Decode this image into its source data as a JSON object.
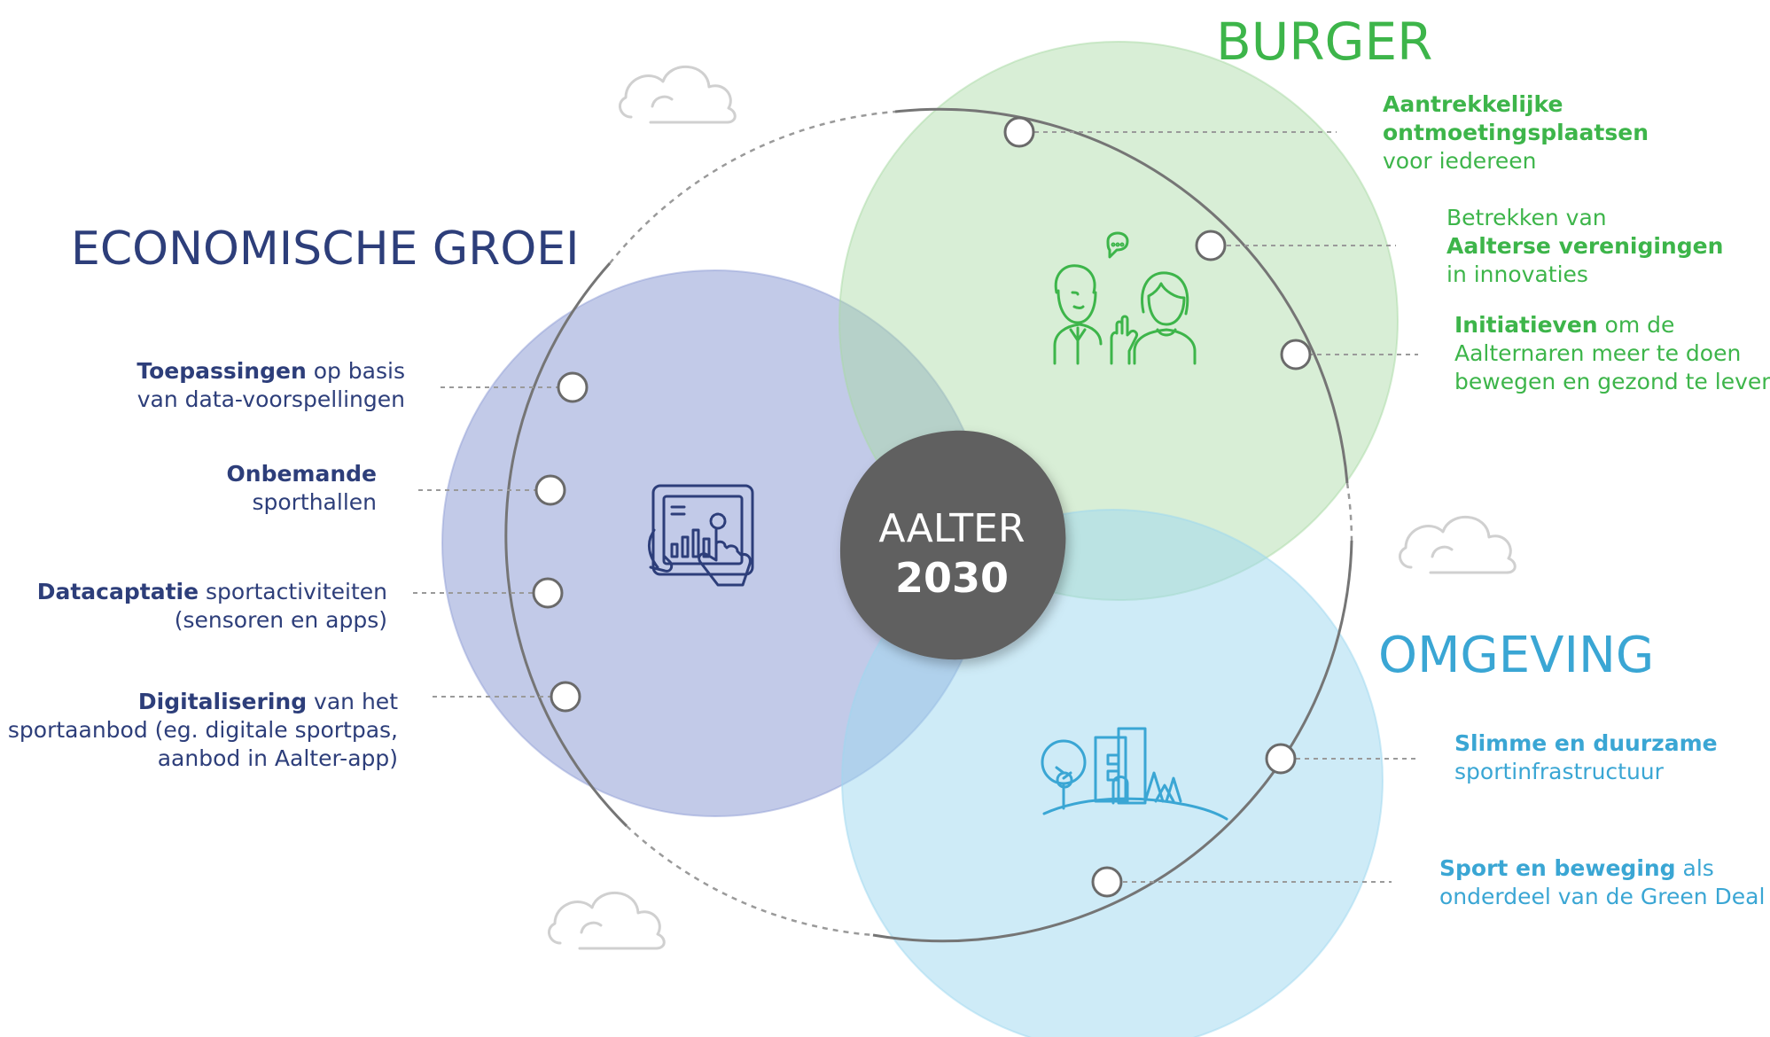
{
  "center": {
    "line1": "AALTER",
    "line2": "2030"
  },
  "groups": {
    "economie": {
      "title": "ECONOMISCHE GROEI",
      "color": "#2d3e7a",
      "circle_color": "#8f9ed6",
      "icon": "tablet-chart-icon",
      "items": [
        {
          "bold": "Toepassingen",
          "text": " op basis",
          "line2": "van data-voorspellingen"
        },
        {
          "bold": "Onbemande",
          "text": "",
          "line2": "sporthallen"
        },
        {
          "bold": "Datacaptatie",
          "text": " sportactiviteiten",
          "line2": "(sensoren en apps)"
        },
        {
          "bold": "Digitalisering",
          "text": " van het",
          "line2": "sportaanbod (eg. digitale sportpas,",
          "line3": "aanbod in Aalter-app)"
        }
      ]
    },
    "burger": {
      "title": "BURGER",
      "color": "#3db54a",
      "circle_color": "#a8d9a3",
      "icon": "people-chat-icon",
      "items": [
        {
          "bold": "Aantrekkelijke",
          "line2_bold": "ontmoetingsplaatsen",
          "line3": "voor iedereen"
        },
        {
          "pre": "Betrekken van",
          "bold": "Aalterse verenigingen",
          "line3": "in innovaties"
        },
        {
          "bold": "Initiatieven",
          "text": " om de",
          "line2": "Aalternaren meer te doen",
          "line3": "bewegen en gezond te leven"
        }
      ]
    },
    "omgeving": {
      "title": "OMGEVING",
      "color": "#3aa6d4",
      "circle_color": "#9ed8f0",
      "icon": "city-trees-icon",
      "items": [
        {
          "bold": "Slimme en duurzame",
          "line2": "sportinfrastructuur"
        },
        {
          "bold": "Sport en beweging",
          "text": " als",
          "line2": "onderdeel van de Green Deal"
        }
      ]
    }
  },
  "center_color": "#616161",
  "decor": [
    "cloud-icon",
    "cloud-icon",
    "cloud-icon"
  ]
}
